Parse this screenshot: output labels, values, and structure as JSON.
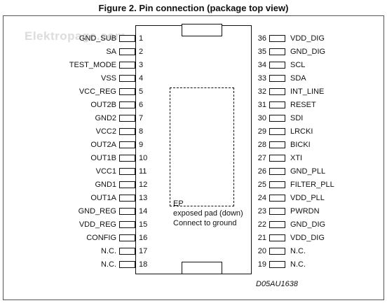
{
  "figure_title": "Figure 2. Pin connection (package top view)",
  "watermark": "Elektropage.com",
  "diagram_code": "D05AU1638",
  "exposed_pad": {
    "label": "EP",
    "description": "exposed pad (down)",
    "note": "Connect to ground"
  },
  "pins_left": [
    {
      "num": "1",
      "name": "GND_SUB"
    },
    {
      "num": "2",
      "name": "SA"
    },
    {
      "num": "3",
      "name": "TEST_MODE"
    },
    {
      "num": "4",
      "name": "VSS"
    },
    {
      "num": "5",
      "name": "VCC_REG"
    },
    {
      "num": "6",
      "name": "OUT2B"
    },
    {
      "num": "7",
      "name": "GND2"
    },
    {
      "num": "8",
      "name": "VCC2"
    },
    {
      "num": "9",
      "name": "OUT2A"
    },
    {
      "num": "10",
      "name": "OUT1B"
    },
    {
      "num": "11",
      "name": "VCC1"
    },
    {
      "num": "12",
      "name": "GND1"
    },
    {
      "num": "13",
      "name": "OUT1A"
    },
    {
      "num": "14",
      "name": "GND_REG"
    },
    {
      "num": "15",
      "name": "VDD_REG"
    },
    {
      "num": "16",
      "name": "CONFIG"
    },
    {
      "num": "17",
      "name": "N.C."
    },
    {
      "num": "18",
      "name": "N.C."
    }
  ],
  "pins_right": [
    {
      "num": "36",
      "name": "VDD_DIG"
    },
    {
      "num": "35",
      "name": "GND_DIG"
    },
    {
      "num": "34",
      "name": "SCL"
    },
    {
      "num": "33",
      "name": "SDA"
    },
    {
      "num": "32",
      "name": "INT_LINE"
    },
    {
      "num": "31",
      "name": "RESET"
    },
    {
      "num": "30",
      "name": "SDI"
    },
    {
      "num": "29",
      "name": "LRCKI"
    },
    {
      "num": "28",
      "name": "BICKI"
    },
    {
      "num": "27",
      "name": "XTI"
    },
    {
      "num": "26",
      "name": "GND_PLL"
    },
    {
      "num": "25",
      "name": "FILTER_PLL"
    },
    {
      "num": "24",
      "name": "VDD_PLL"
    },
    {
      "num": "23",
      "name": "PWRDN"
    },
    {
      "num": "22",
      "name": "GND_DIG"
    },
    {
      "num": "21",
      "name": "VDD_DIG"
    },
    {
      "num": "20",
      "name": "N.C."
    },
    {
      "num": "19",
      "name": "N.C."
    }
  ]
}
